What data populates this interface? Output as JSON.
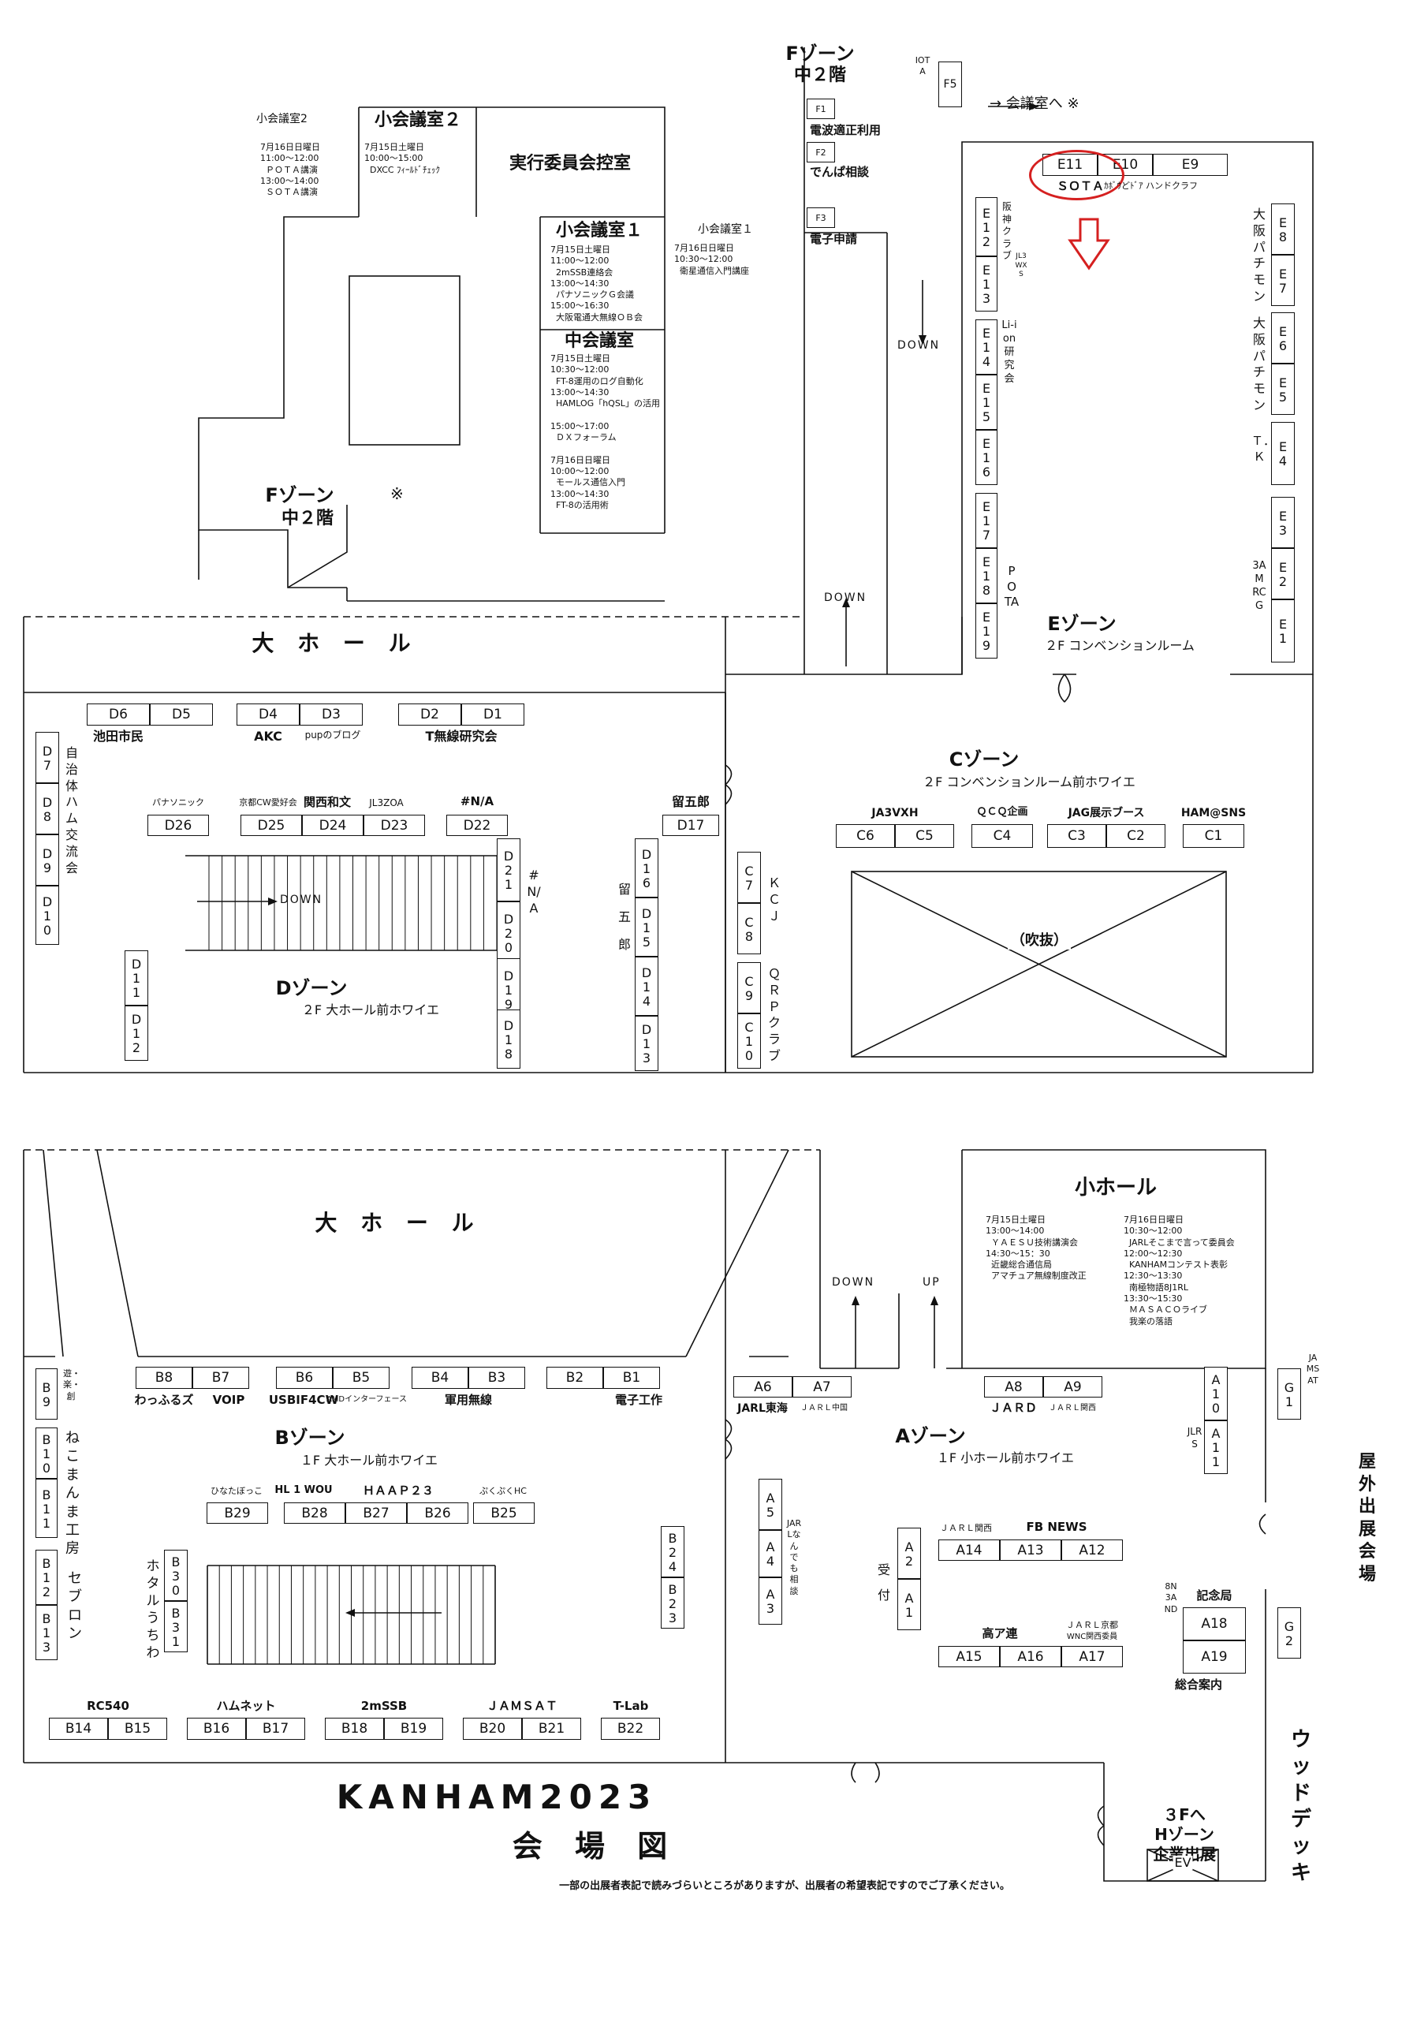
{
  "event": {
    "title": "KANHAM2023",
    "subtitle": "会 場 図",
    "note": "一部の出展者表記で読みづらいところがありますが、出展者の希望表記ですのでご了承ください。"
  },
  "halls": {
    "upper": "大 ホ ー ル",
    "lower": "大 ホ ー ル",
    "small": "小ホール"
  },
  "zones": {
    "f_top_1": "Fゾーン",
    "f_top_2": "中２階",
    "f_mid_1": "Fゾーン",
    "f_mid_2": "中２階",
    "f_mark": "※",
    "e_name": "Eゾーン",
    "e_sub": "２F コンベンションルーム",
    "c_name": "Cゾーン",
    "c_sub": "２F コンベンションルーム前ホワイエ",
    "d_name": "Dゾーン",
    "d_sub": "２F 大ホール前ホワイエ",
    "b_name": "Bゾーン",
    "b_sub": "１F 大ホール前ホワイエ",
    "a_name": "Aゾーン",
    "a_sub": "１F 小ホール前ホワイエ",
    "outdoor": "屋外出展会場",
    "wood_deck": "ウッドデッキ",
    "h_line1": "３Fへ",
    "h_line2": "Hゾーン",
    "h_line3": "企業出展",
    "ev": "EV"
  },
  "arrows": {
    "to_meeting": "→ 会議室へ ※",
    "down_e": "DOWN",
    "down_c": "DOWN",
    "down_d": "DOWN",
    "down_a": "DOWN",
    "up_a": "UP",
    "open_area": "（吹抜）"
  },
  "rooms": {
    "small2_side": "小会議室2",
    "small2_side_sched": "7月16日日曜日\n11:00〜12:00\n  ＰＯＴＡ講演\n13:00〜14:00\n  ＳＯＴＡ講演",
    "small2": "小会議室２",
    "small2_sched": "7月15日土曜日\n10:00〜15:00\n  DXCC ﾌｨｰﾙﾄﾞﾁｪｯｸ",
    "exec": "実行委員会控室",
    "small1": "小会議室１",
    "small1_sched": "7月15日土曜日\n11:00〜12:00\n  2mSSB連絡会\n13:00〜14:30\n  パナソニックＧ会議\n15:00〜16:30\n  大阪電通大無線ＯＢ会",
    "small1_side": "小会議室１",
    "small1_side_sched": "7月16日日曜日\n10:30〜12:00\n  衛星通信入門講座",
    "mid": "中会議室",
    "mid_sched": "7月15日土曜日\n10:30〜12:00\n  FT-8運用のログ自動化\n13:00〜14:30\n  HAMLOG「hQSL」の活用\n\n15:00〜17:00\n  ＤＸフォーラム\n\n7月16日日曜日\n10:00〜12:00\n  モールス通信入門\n13:00〜14:30\n  FT-8の活用術",
    "small_hall_sched_1": "7月15日土曜日\n13:00〜14:00\n  ＹＡＥＳＵ技術講演会\n14:30〜15：30\n  近畿総合通信局\n  アマチュア無線制度改正",
    "small_hall_sched_2": "7月16日日曜日\n10:30〜12:00\n  JARLそこまで言って委員会\n12:00〜12:30\n  KANHAMコンテスト表彰\n12:30〜13:30\n  南極物語8J1RL\n13:30〜15:30\n  ＭＡＳＡＣＯライブ\n  我楽の落語"
  },
  "f_booths": {
    "f5": "F5",
    "iota": "IOTA",
    "f1": "F1",
    "f1_name": "電波適正利用",
    "f2": "F2",
    "f2_name": "でんぱ相談",
    "f3": "F3",
    "f3_name": "電子申請"
  },
  "e_zone": {
    "e11": "E11",
    "e10": "E10",
    "e9": "E9",
    "sota": "ＳＯＴＡ",
    "e10_9_name": "ｶﾎﾞｳどﾄﾞｱ ハンドクラフ",
    "e12": "E12",
    "e13": "E13",
    "e14": "E14",
    "e15": "E15",
    "e16": "E16",
    "e17": "E17",
    "e18": "E18",
    "e19": "E19",
    "e12_13_name": "阪神クラブ",
    "e12_13_call": "JL3WXS",
    "e14_16_name": "Li-ion研究会",
    "e17_19_name": "POTA",
    "e8": "E8",
    "e7": "E7",
    "e6": "E6",
    "e5": "E5",
    "e4": "E4",
    "e3": "E3",
    "e2": "E2",
    "e1": "E1",
    "e8_7_name": "大阪パチモン",
    "e6_5_name": "大阪パチモン",
    "e4_name": "Ｔ．Ｋ",
    "e3_1_name": "3AMRCG"
  },
  "d_zone": {
    "d6": "D6",
    "d5": "D5",
    "d4": "D4",
    "d3": "D3",
    "d2": "D2",
    "d1": "D1",
    "d6_5_name": "池田市民",
    "d4_name": "AKC",
    "d3_name": "pupのブログ",
    "d2_1_name": "T無線研究会",
    "d7": "D7",
    "d8": "D8",
    "d9": "D9",
    "d10": "D10",
    "d7_10_name": "自治体ハム交流会",
    "d26": "D26",
    "d25": "D25",
    "d24": "D24",
    "d23": "D23",
    "d22": "D22",
    "d26_name": "パナソニック",
    "d25_name": "京都CW愛好会",
    "d24_name": "関西和文",
    "d23_name": "JL3ZOA",
    "d22_name": "#N/A",
    "d21": "D21",
    "d20": "D20",
    "d19": "D19",
    "d18": "D18",
    "d21_20_name": "#N/A",
    "d17": "D17",
    "d17_name": "留五郎",
    "d16": "D16",
    "d15": "D15",
    "d14": "D14",
    "d13": "D13",
    "d16_14_name": "留五郎",
    "d11": "D11",
    "d12": "D12"
  },
  "c_zone": {
    "c6": "C6",
    "c5": "C5",
    "c4": "C4",
    "c3": "C3",
    "c2": "C2",
    "c1": "C1",
    "c6_5_name": "JA3VXH",
    "c4_name": "ＱＣＱ企画",
    "c3_2_name": "JAG展示ブース",
    "c1_name": "HAM@SNS",
    "c7": "C7",
    "c8": "C8",
    "c9": "C9",
    "c10": "C10",
    "c7_8_name": "ＫＣＪ",
    "c9_10_name": "ＱＲＰクラブ"
  },
  "b_zone": {
    "b8": "B8",
    "b7": "B7",
    "b6": "B6",
    "b5": "B5",
    "b4": "B4",
    "b3": "B3",
    "b2": "B2",
    "b1": "B1",
    "b8_name": "わっふるズ",
    "b7_name": "VOIP",
    "b6_name": "USBIF4CW",
    "b5_name": "AMDインターフェース",
    "b4_3_name": "軍用無線",
    "b2_1_name": "電子工作",
    "b9": "B9",
    "b10": "B10",
    "b11": "B11",
    "b12": "B12",
    "b13": "B13",
    "b9_name": "遊・楽・創",
    "b10_11_name": "ねこまんま工房",
    "b12_13_name": "セブロン",
    "b29": "B29",
    "b28": "B28",
    "b27": "B27",
    "b26": "B26",
    "b25": "B25",
    "b29_name": "ひなたぼっこ",
    "b28_name": "HL 1 WOU",
    "b27_26_name": "ＨＡＡＰ２３",
    "b25_name": "ぷくぷくHC",
    "b30": "B30",
    "b31": "B31",
    "b30_31_name": "ホタルうちわ",
    "b24": "B24",
    "b23": "B23",
    "b14": "B14",
    "b15": "B15",
    "b16": "B16",
    "b17": "B17",
    "b18": "B18",
    "b19": "B19",
    "b20": "B20",
    "b21": "B21",
    "b22": "B22",
    "b14_15_name": "RC540",
    "b16_17_name": "ハムネット",
    "b18_19_name": "2mSSB",
    "b20_21_name": "ＪＡＭＳＡＴ",
    "b22_name": "T-Lab"
  },
  "a_zone": {
    "a6": "A6",
    "a7": "A7",
    "a8": "A8",
    "a9": "A9",
    "a6_name": "JARL東海",
    "a7_name": "ＪＡＲＬ中国",
    "a8_name": "ＪＡＲＤ",
    "a9_name": "ＪＡＲＬ関西",
    "a10": "A10",
    "a11": "A11",
    "a10_11_name": "JLRS",
    "a5": "A5",
    "a4": "A4",
    "a3": "A3",
    "a5_3_name": "JARLなんでも相談",
    "a2": "A2",
    "a1": "A1",
    "reception": "受付",
    "a14": "A14",
    "a13": "A13",
    "a12": "A12",
    "a14_name": "ＪＡＲＬ関西",
    "a13_12_name": "FB NEWS",
    "a15": "A15",
    "a16": "A16",
    "a17": "A17",
    "a15_16_name": "高ア連",
    "a17_name": "ＪＡＲＬ京都",
    "a17_name2": "WNC関西委員",
    "a18": "A18",
    "a19": "A19",
    "a18_name": "記念局",
    "a18_19_side": "8N3AND",
    "info": "総合案内",
    "g1": "G1",
    "g2": "G2",
    "g1_name": "JAMSAT"
  },
  "colors": {
    "line": "#111111",
    "highlight": "#d52020"
  }
}
